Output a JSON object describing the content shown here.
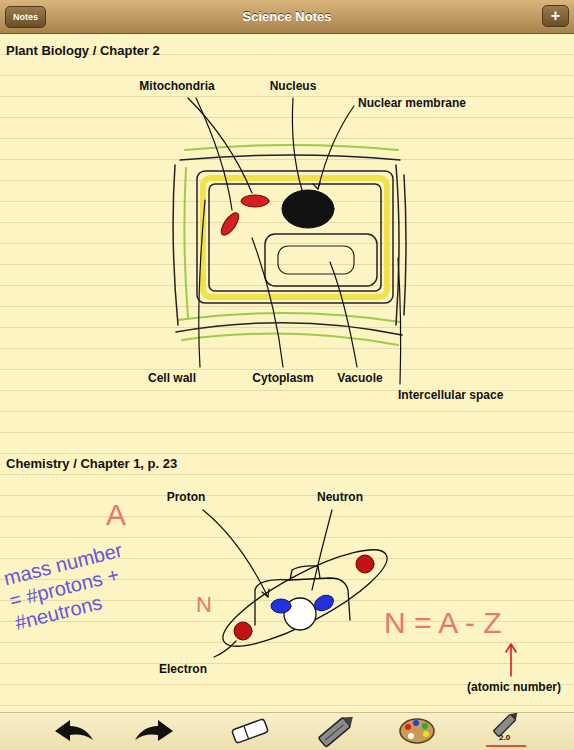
{
  "diagram": {
    "title": "Science Notes",
    "nodes": [
      {
        "text": [
          "Notes"
        ]
      },
      {
        "text": [
          "+"
        ]
      }
    ],
    "labels": [
      "Plant Biology / Chapter 2",
      "Mitochondria",
      "Nucleus",
      "Nuclear membrane",
      "Cell wall",
      "Cytoplasm",
      "Vacuole",
      "Intercellular space",
      "Chemistry / Chapter 1, p. 23",
      "Proton",
      "Neutron",
      "A",
      "mass number = #protons + #neutrons",
      "N",
      "N = A - Z",
      "Electron",
      "(atomic number)",
      "2.0"
    ]
  }
}
